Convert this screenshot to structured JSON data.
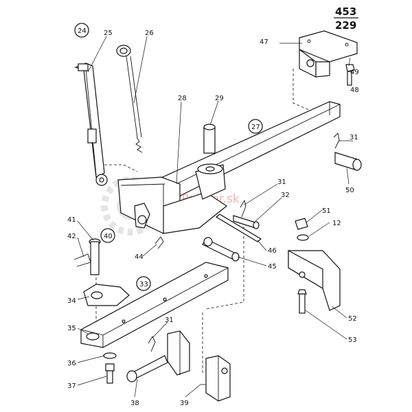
{
  "page": {
    "number_top": "453",
    "number_bottom": "229"
  },
  "watermark": "TraktorPartner.sk",
  "colors": {
    "ink": "#111111",
    "watermark": "#d9534f",
    "paper": "#ffffff"
  },
  "labels": {
    "l24": "24",
    "l25": "25",
    "l26": "26",
    "l27": "27",
    "l28": "28",
    "l29": "29",
    "l31a": "31",
    "l31b": "31",
    "l31c": "31",
    "l32": "32",
    "l33": "33",
    "l34": "34",
    "l35": "35",
    "l36": "36",
    "l37": "37",
    "l38": "38",
    "l39": "39",
    "l40": "40",
    "l41": "41",
    "l42": "42",
    "l44": "44",
    "l45": "45",
    "l46": "46",
    "l47": "47",
    "l48": "48",
    "l49": "49",
    "l50": "50",
    "l51": "51",
    "l12": "12",
    "l52": "52",
    "l53": "53"
  }
}
